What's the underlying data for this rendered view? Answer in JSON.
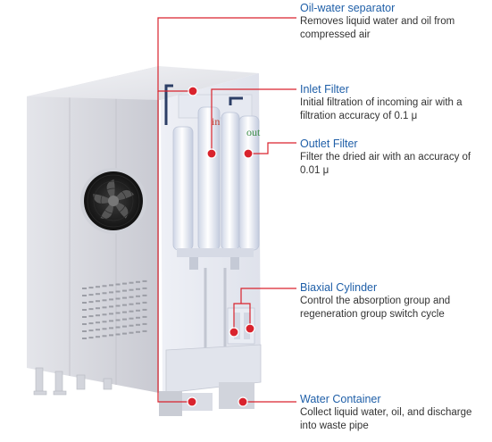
{
  "callouts": [
    {
      "title": "Oil-water separator",
      "desc": "Removes liquid water and oil from compressed air"
    },
    {
      "title": "Inlet Filter",
      "desc": "Initial filtration of incoming air with a filtration accuracy of 0.1 μ"
    },
    {
      "title": "Outlet Filter",
      "desc": "Filter the dried air with an accuracy of 0.01 μ"
    },
    {
      "title": "Biaxial Cylinder",
      "desc": "Control the absorption group and regeneration group switch cycle"
    },
    {
      "title": "Water Container",
      "desc": "Collect liquid water, oil, and discharge into waste pipe"
    }
  ],
  "ports": {
    "in": "in",
    "out": "out"
  },
  "colors": {
    "title": "#1f5fa8",
    "leader": "#d9232d",
    "body": "#333333",
    "port_in": "#c0392b",
    "port_out": "#3f8f4a"
  }
}
